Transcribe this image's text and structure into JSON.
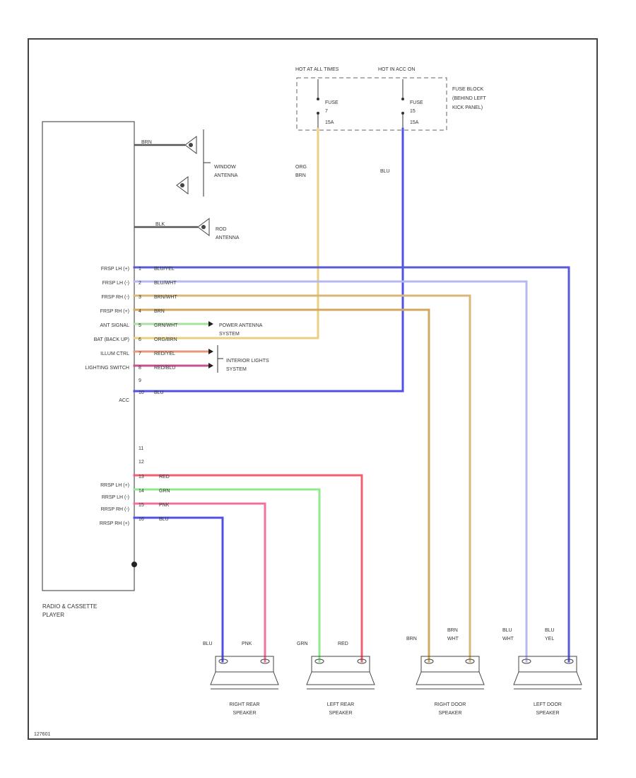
{
  "colors": {
    "bluyel": "#5a5ad8",
    "bluwht": "#b8b8f0",
    "brnwht": "#d8b878",
    "brn": "#d0a860",
    "grnwht": "#a8e0a0",
    "orgbrn": "#e8d080",
    "redyel": "#e89878",
    "redblu": "#c85090",
    "blu": "#5050e8",
    "red": "#f06070",
    "grn": "#90e890",
    "pnk": "#f070a0",
    "yel": "#e8e888",
    "dark": "#555555"
  },
  "power": {
    "hot_at_all_times": "HOT AT ALL TIMES",
    "hot_in_acc_on": "HOT IN ACC ON",
    "fuse_block": [
      "FUSE BLOCK",
      "(BEHIND LEFT",
      "KICK PANEL)"
    ],
    "fuse1": [
      "FUSE",
      "7",
      "15A"
    ],
    "fuse2": [
      "FUSE",
      "15",
      "15A"
    ],
    "wire_org_brn": [
      "ORG",
      "BRN"
    ],
    "wire_blu": "BLU"
  },
  "antennas": {
    "window_antenna": [
      "WINDOW",
      "ANTENNA"
    ],
    "rod_antenna": [
      "ROD",
      "ANTENNA"
    ],
    "wire_top": "BRN",
    "wire_rod": "BLK"
  },
  "radio": {
    "label": [
      "RADIO & CASSETTE",
      "PLAYER"
    ],
    "pins_front": [
      {
        "label": "FRSP LH (+)",
        "num": "1",
        "wire": "BLU/YEL"
      },
      {
        "label": "FRSP LH (-)",
        "num": "2",
        "wire": "BLU/WHT"
      },
      {
        "label": "FRSP RH (-)",
        "num": "3",
        "wire": "BRN/WHT"
      },
      {
        "label": "FRSP RH (+)",
        "num": "4",
        "wire": "BRN"
      },
      {
        "label": "ANT SIGNAL",
        "num": "5",
        "wire": "GRN/WHT"
      },
      {
        "label": "BAT (BACK UP)",
        "num": "6",
        "wire": "ORG/BRN"
      },
      {
        "label": "ILLUM CTRL",
        "num": "7",
        "wire": "RED/YEL"
      },
      {
        "label": "LIGHTING SWITCH",
        "num": "8",
        "wire": "RED/BLU"
      }
    ],
    "pin_9": "9",
    "acc": {
      "label": "ACC",
      "num": "10",
      "wire": "BLU"
    },
    "pins_mid": [
      "11",
      "12"
    ],
    "pins_rear": [
      {
        "label": "RRSP LH (+)",
        "num": "13",
        "wire": "RED"
      },
      {
        "label": "RRSP LH (-)",
        "num": "14",
        "wire": "GRN"
      },
      {
        "label": "RRSP RH (-)",
        "num": "15",
        "wire": "PNK"
      },
      {
        "label": "RRSP RH (+)",
        "num": "16",
        "wire": "BLU"
      }
    ]
  },
  "systems": {
    "power_antenna": [
      "POWER ANTENNA",
      "SYSTEM"
    ],
    "interior_lights": [
      "INTERIOR LIGHTS",
      "SYSTEM"
    ]
  },
  "speakers": [
    {
      "name": [
        "RIGHT REAR",
        "SPEAKER"
      ],
      "wires": [
        [
          "BLU"
        ],
        [
          "PNK"
        ]
      ]
    },
    {
      "name": [
        "LEFT REAR",
        "SPEAKER"
      ],
      "wires": [
        [
          "GRN"
        ],
        [
          "RED"
        ]
      ]
    },
    {
      "name": [
        "RIGHT DOOR",
        "SPEAKER"
      ],
      "wires": [
        [
          "BRN"
        ],
        [
          "BRN",
          "WHT"
        ]
      ]
    },
    {
      "name": [
        "LEFT DOOR",
        "SPEAKER"
      ],
      "wires": [
        [
          "BLU",
          "WHT"
        ],
        [
          "BLU",
          "YEL"
        ]
      ]
    }
  ],
  "diagram_id": "127601"
}
